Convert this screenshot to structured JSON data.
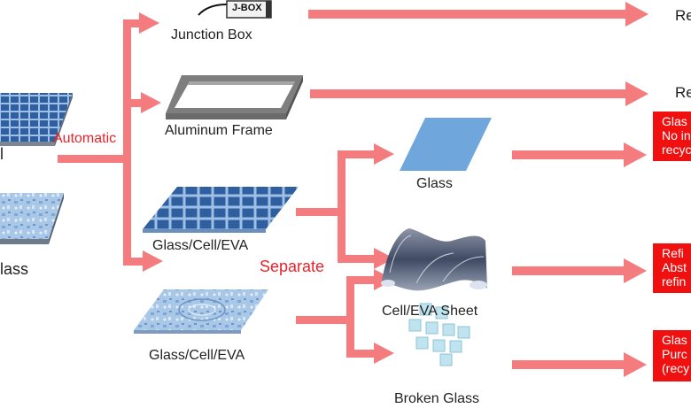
{
  "diagram": {
    "left_labels": {
      "top": "l",
      "bottom": "lass"
    },
    "automatic_label": "Automatic",
    "separate_label": "Separate",
    "components": {
      "junction_box": {
        "label": "Junction Box",
        "tag": "J-BOX"
      },
      "aluminum_frame": {
        "label": "Aluminum Frame"
      },
      "glass_cell_eva_1": {
        "label": "Glass/Cell/EVA"
      },
      "glass_cell_eva_2": {
        "label": "Glass/Cell/EVA"
      },
      "glass": {
        "label": "Glass"
      },
      "cell_eva_sheet": {
        "label": "Cell/EVA Sheet"
      },
      "broken_glass": {
        "label": "Broken Glass"
      }
    },
    "outputs": {
      "row1": "Re",
      "row2": "Re",
      "box1": [
        "Glas",
        "No in",
        "recyc"
      ],
      "box2": [
        "Refi",
        "Abst",
        "refin"
      ],
      "box3": [
        "Glas",
        "Purc",
        "(recy"
      ]
    },
    "colors": {
      "arrow": "#f47c7f",
      "box": "#f01010",
      "red_text": "#e8222a",
      "glass": "#6fa6dc",
      "cell": "#3c6ea8"
    }
  }
}
